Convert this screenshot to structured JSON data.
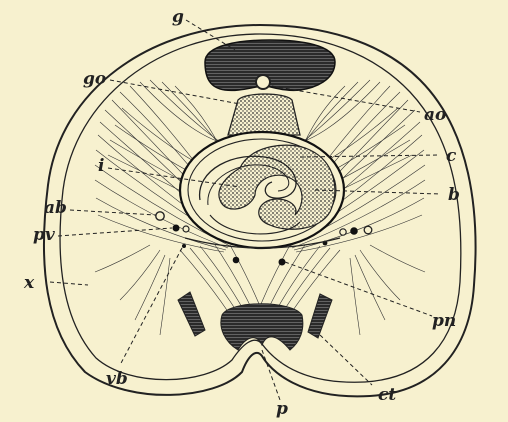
{
  "figure": {
    "labels": {
      "g": "g",
      "go": "go",
      "ao": "ao",
      "c": "c",
      "i": "i",
      "b": "b",
      "ab": "ab",
      "pv": "pv",
      "x": "x",
      "pn": "pn",
      "vb": "vb",
      "p": "p",
      "ct": "ct"
    },
    "colors": {
      "background": "#f7f1cf",
      "ink": "#222222"
    }
  }
}
